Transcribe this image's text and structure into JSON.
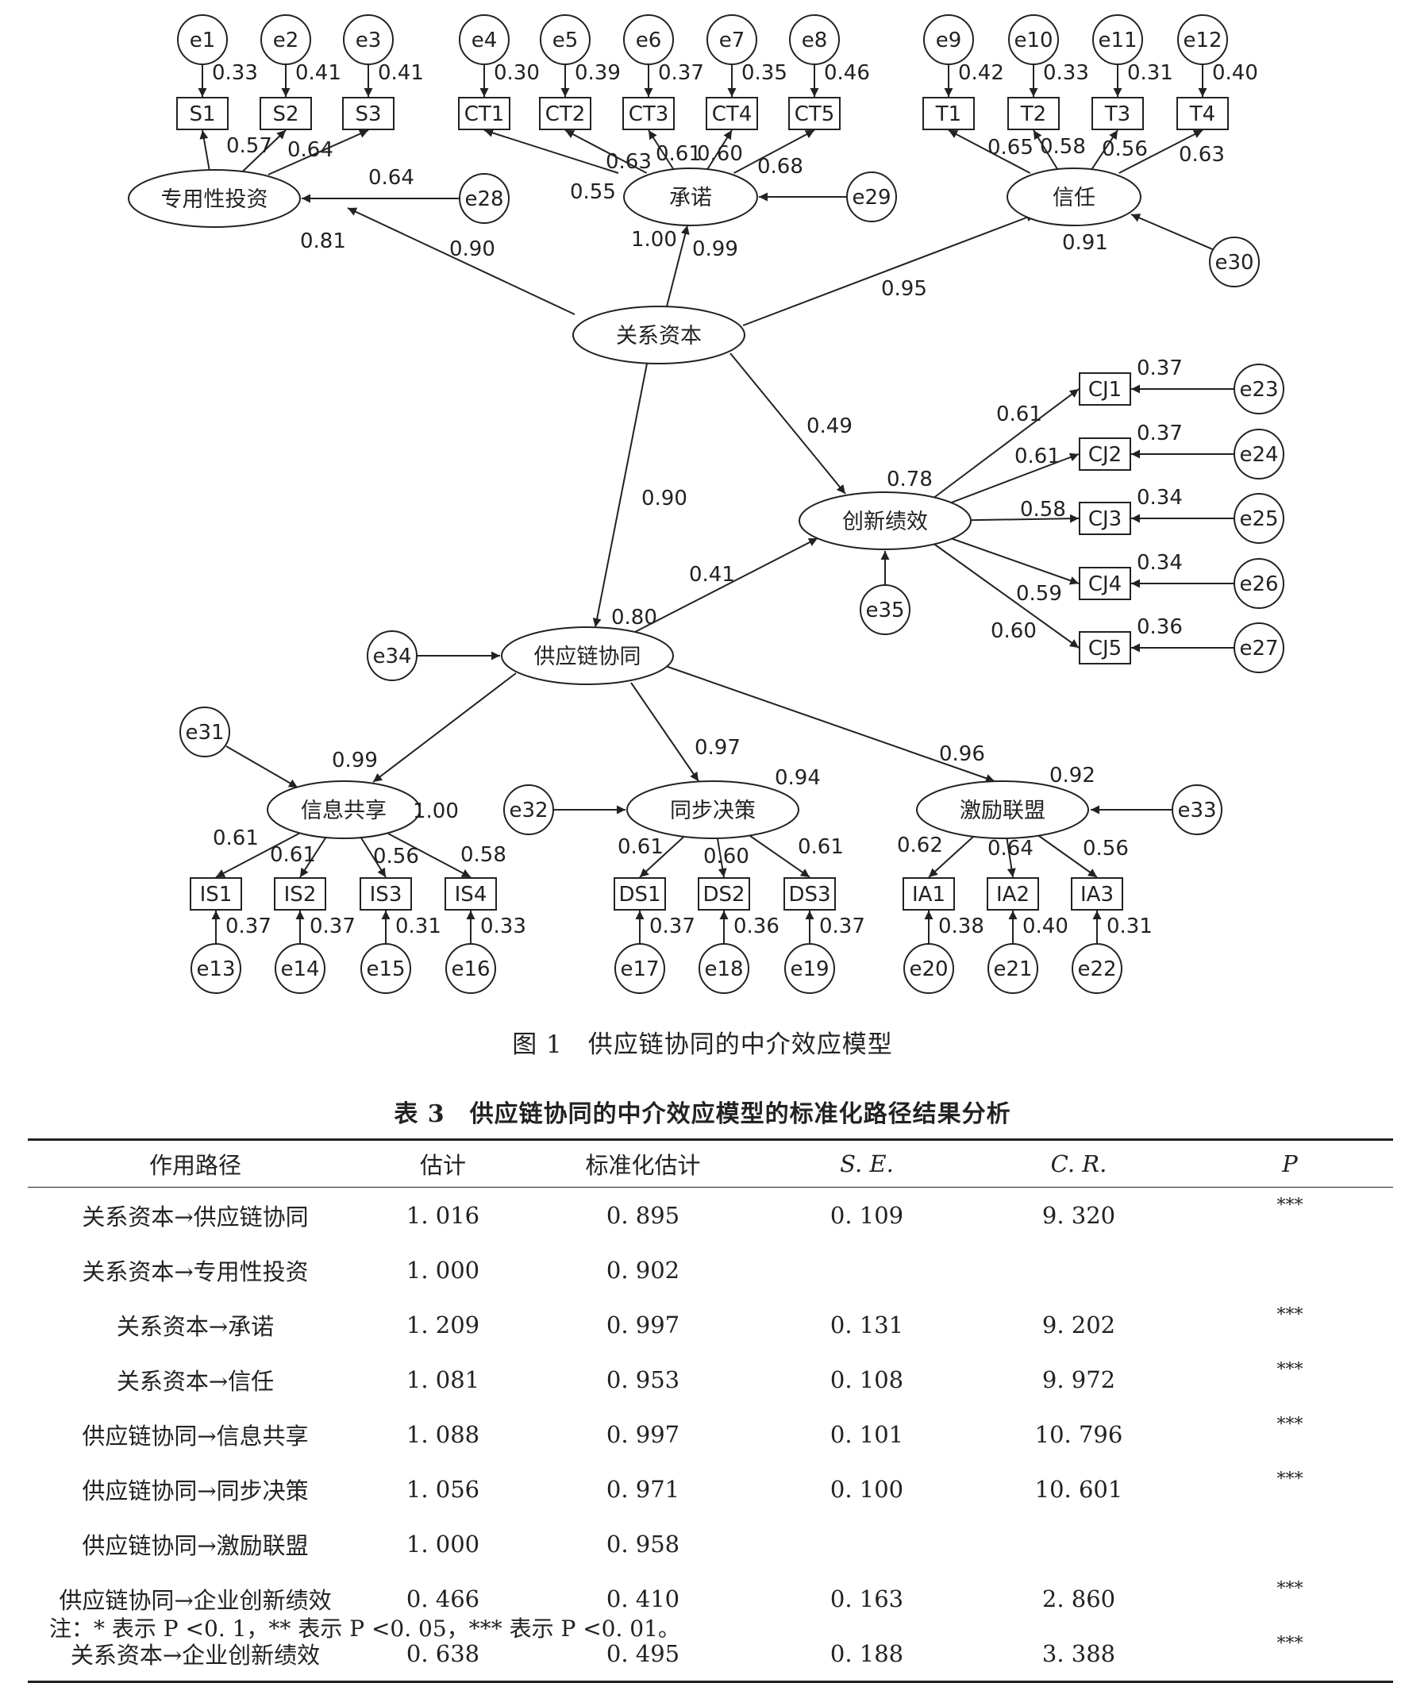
{
  "figure": {
    "caption": "图 1　供应链协同的中介效应模型",
    "latent": {
      "zyxtz": "专用性投资",
      "cn": "承诺",
      "xr": "信任",
      "gxzb": "关系资本",
      "cxjx": "创新绩效",
      "gylxt": "供应链协同",
      "xxgx": "信息共享",
      "tbjc": "同步决策",
      "jllm": "激励联盟"
    },
    "observed": [
      "S1",
      "S2",
      "S3",
      "CT1",
      "CT2",
      "CT3",
      "CT4",
      "CT5",
      "T1",
      "T2",
      "T3",
      "T4",
      "CJ1",
      "CJ2",
      "CJ3",
      "CJ4",
      "CJ5",
      "IS1",
      "IS2",
      "IS3",
      "IS4",
      "DS1",
      "DS2",
      "DS3",
      "IA1",
      "IA2",
      "IA3"
    ],
    "errors": [
      "e1",
      "e2",
      "e3",
      "e4",
      "e5",
      "e6",
      "e7",
      "e8",
      "e9",
      "e10",
      "e11",
      "e12",
      "e13",
      "e14",
      "e15",
      "e16",
      "e17",
      "e18",
      "e19",
      "e20",
      "e21",
      "e22",
      "e23",
      "e24",
      "e25",
      "e26",
      "e27",
      "e28",
      "e29",
      "e30",
      "e31",
      "e32",
      "e33",
      "e34",
      "e35"
    ],
    "error_loadings": [
      "0.33",
      "0.41",
      "0.41",
      "0.30",
      "0.39",
      "0.37",
      "0.35",
      "0.46",
      "0.42",
      "0.33",
      "0.31",
      "0.40",
      "0.37",
      "0.37",
      "0.34",
      "0.34",
      "0.36",
      "0.37",
      "0.37",
      "0.31",
      "0.33",
      "0.37",
      "0.36",
      "0.37",
      "0.38",
      "0.40",
      "0.31"
    ],
    "indicator_loadings": [
      "0.57",
      "0.64",
      "0.64",
      "0.55",
      "0.63",
      "0.61",
      "0.60",
      "0.68",
      "0.65",
      "0.58",
      "0.56",
      "0.63",
      "0.61",
      "0.61",
      "0.58",
      "0.59",
      "0.60",
      "0.61",
      "0.61",
      "0.56",
      "0.58",
      "0.61",
      "0.60",
      "0.61",
      "0.62",
      "0.64",
      "0.56"
    ],
    "paths": {
      "gxzb_zyxtz": "0.90",
      "gxzb_cn": "0.99",
      "gxzb_xr": "0.95",
      "gxzb_cxjx": "0.49",
      "gxzb_gylxt": "0.90",
      "gylxt_cxjx": "0.41",
      "gylxt_xxgx": "0.99",
      "gylxt_tbjc": "0.97",
      "gylxt_jllm": "0.96"
    },
    "r2": {
      "zyxtz": "0.81",
      "cn": "1.00",
      "xr": "0.91",
      "cxjx": "0.78",
      "gylxt": "0.80",
      "xxgx": "1.00",
      "tbjc": "0.94",
      "jllm": "0.92"
    }
  },
  "table": {
    "title": "表 3　供应链协同的中介效应模型的标准化路径结果分析",
    "headers": [
      "作用路径",
      "估计",
      "标准化估计",
      "S. E.",
      "C. R.",
      "P"
    ],
    "rows": [
      [
        "关系资本→供应链协同",
        "1. 016",
        "0. 895",
        "0. 109",
        "9. 320",
        "***"
      ],
      [
        "关系资本→专用性投资",
        "1. 000",
        "0. 902",
        "",
        "",
        ""
      ],
      [
        "关系资本→承诺",
        "1. 209",
        "0. 997",
        "0. 131",
        "9. 202",
        "***"
      ],
      [
        "关系资本→信任",
        "1. 081",
        "0. 953",
        "0. 108",
        "9. 972",
        "***"
      ],
      [
        "供应链协同→信息共享",
        "1. 088",
        "0. 997",
        "0. 101",
        "10. 796",
        "***"
      ],
      [
        "供应链协同→同步决策",
        "1. 056",
        "0. 971",
        "0. 100",
        "10. 601",
        "***"
      ],
      [
        "供应链协同→激励联盟",
        "1. 000",
        "0. 958",
        "",
        "",
        ""
      ],
      [
        "供应链协同→企业创新绩效",
        "0. 466",
        "0. 410",
        "0. 163",
        "2. 860",
        "***"
      ],
      [
        "关系资本→企业创新绩效",
        "0. 638",
        "0. 495",
        "0. 188",
        "3. 388",
        "***"
      ]
    ]
  },
  "note": "注：* 表示 P <0. 1，** 表示 P <0. 05，*** 表示 P <0. 01。"
}
